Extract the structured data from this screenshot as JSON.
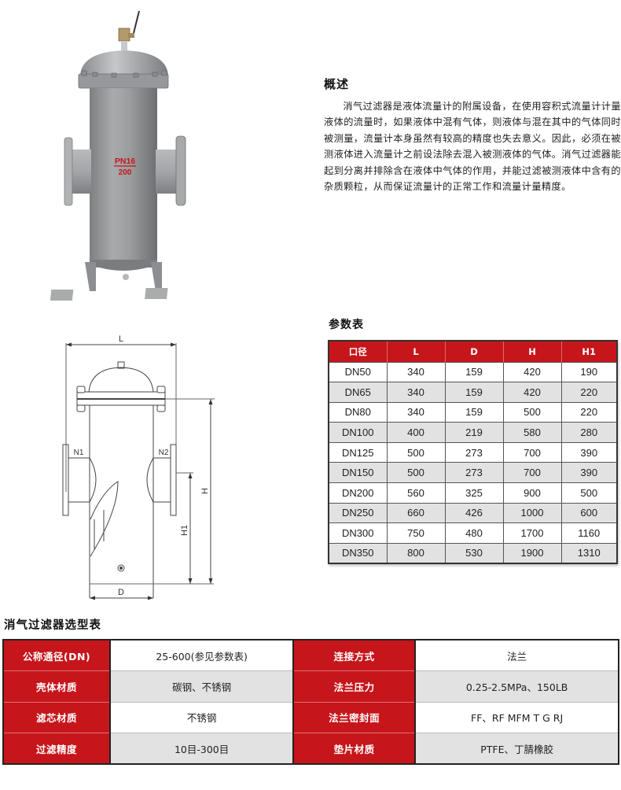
{
  "product_photo": {
    "nameplate_text": "PN16",
    "nameplate_sub": "200",
    "accent_color": "#c6161b"
  },
  "drawing": {
    "labels": {
      "length": "L",
      "diameter": "D",
      "height": "H",
      "height1": "H1",
      "inlet": "N1",
      "outlet": "N2"
    }
  },
  "overview": {
    "title": "概述",
    "text": "消气过滤器是液体流量计的附属设备，在使用容积式流量计计量液体的流量时，如果液体中混有气体，则液体与混在其中的气体同时被测量，流量计本身虽然有较高的精度也失去意义。因此，必须在被测液体进入流量计之前设法除去混入被测液体的气体。消气过滤器能起到分离并排除含在液体中气体的作用，并能过滤被测液体中含有的杂质颗粒，从而保证流量计的正常工作和流量计量精度。"
  },
  "params_table": {
    "title": "参数表",
    "headers": [
      "口径",
      "L",
      "D",
      "H",
      "H1"
    ],
    "rows": [
      [
        "DN50",
        "340",
        "159",
        "420",
        "190"
      ],
      [
        "DN65",
        "340",
        "159",
        "420",
        "220"
      ],
      [
        "DN80",
        "340",
        "159",
        "500",
        "220"
      ],
      [
        "DN100",
        "400",
        "219",
        "580",
        "280"
      ],
      [
        "DN125",
        "500",
        "273",
        "700",
        "390"
      ],
      [
        "DN150",
        "500",
        "273",
        "700",
        "390"
      ],
      [
        "DN200",
        "560",
        "325",
        "900",
        "500"
      ],
      [
        "DN250",
        "660",
        "426",
        "1000",
        "600"
      ],
      [
        "DN300",
        "750",
        "480",
        "1700",
        "1160"
      ],
      [
        "DN350",
        "800",
        "530",
        "1900",
        "1310"
      ]
    ],
    "header_color": "#c6161b"
  },
  "selection_table": {
    "title": "消气过滤器选型表",
    "rows": [
      {
        "label1": "公称通径(DN)",
        "value1": "25-600(参见参数表)",
        "label2": "连接方式",
        "value2": "法兰"
      },
      {
        "label1": "壳体材质",
        "value1": "碳钢、不锈钢",
        "label2": "法兰压力",
        "value2": "0.25-2.5MPa、150LB"
      },
      {
        "label1": "滤芯材质",
        "value1": "不锈钢",
        "label2": "法兰密封面",
        "value2": "FF、RF MFM T G RJ"
      },
      {
        "label1": "过滤精度",
        "value1": "10目-300目",
        "label2": "垫片材质",
        "value2": "PTFE、丁腈橡胶"
      }
    ]
  }
}
